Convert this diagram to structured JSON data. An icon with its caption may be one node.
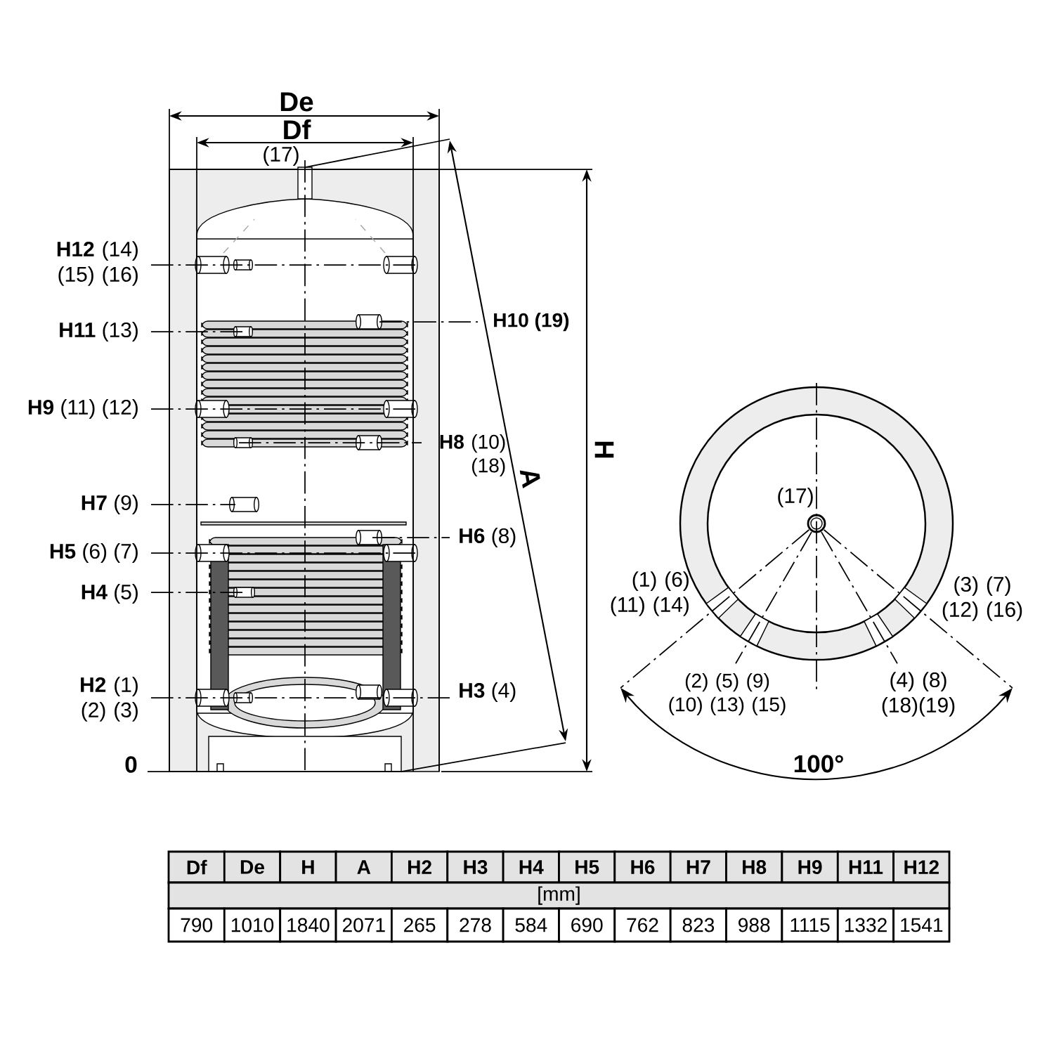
{
  "diagram": {
    "labels": [
      "De",
      "Df",
      "(17)",
      "**H12** (14) (15) (16)",
      "**H11** (13)",
      "H10 (19)",
      "**H9** (11) (12)",
      "**H8** (10) (18)",
      "H",
      "A",
      "**H7** (9)",
      "**H6** (8)",
      "**H5** (6) (7)",
      "**H4** (5)",
      "**H2** (1) (2) (3)",
      "**H3** (4)",
      "0",
      "(17)",
      "(1) (6) (11) (14)",
      "(3) (7) (12) (16)",
      "(2) (5) (9) (10) (13) (15)",
      "(4) (8) (18)(19)",
      "100°",
      "Df",
      "De",
      "H",
      "A",
      "H2",
      "H3",
      "H4",
      "H5",
      "H6",
      "H7",
      "H8",
      "H9",
      "H11",
      "H12",
      "[mm]",
      "790",
      "1010",
      "1840",
      "2071",
      "265",
      "278",
      "584",
      "690",
      "762",
      "823",
      "988",
      "1115",
      "1332",
      "1541"
    ]
  }
}
